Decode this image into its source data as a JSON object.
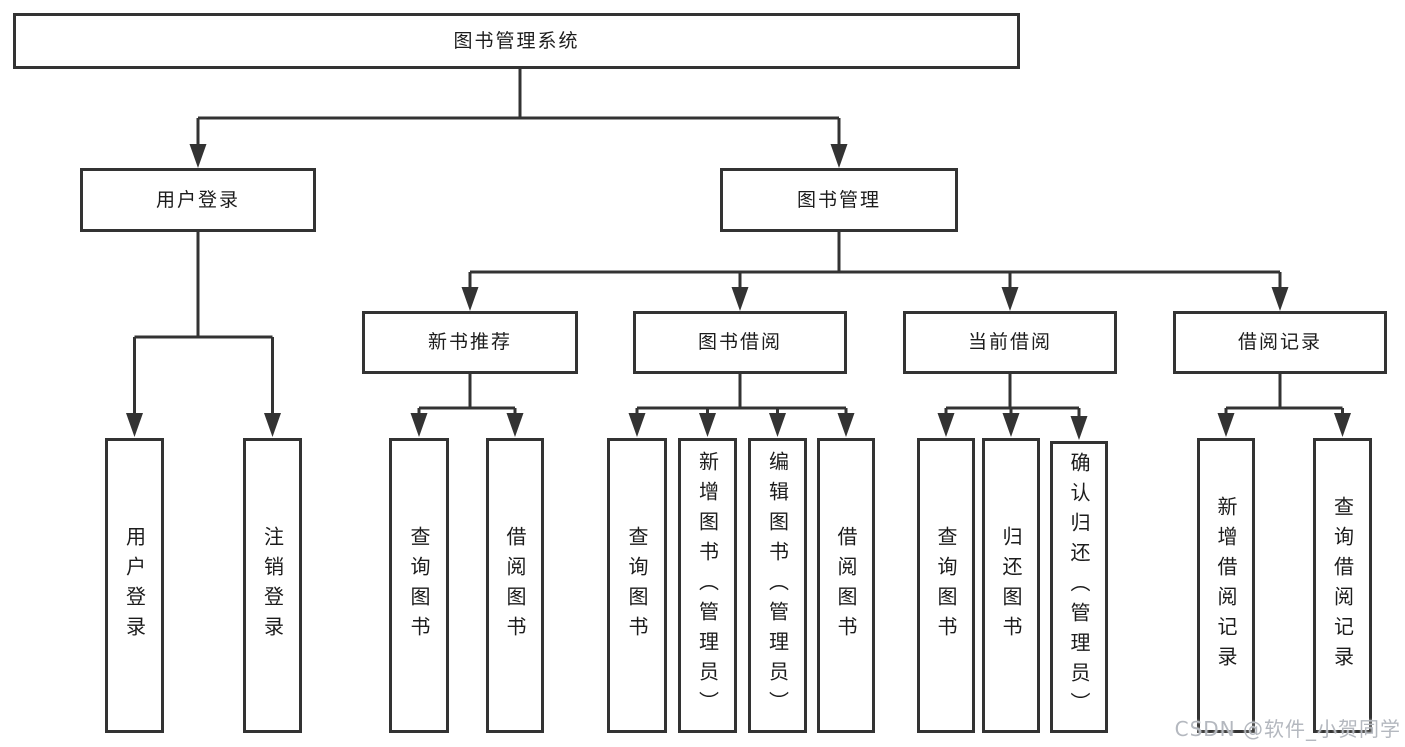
{
  "colors": {
    "line": "#333333",
    "text": "#1c1c1c",
    "watermark": "#b4b8bf"
  },
  "diagram": {
    "root_label": "图书管理系统",
    "level2": [
      {
        "label": "用户登录"
      },
      {
        "label": "图书管理"
      }
    ],
    "level3": [
      {
        "label": "新书推荐"
      },
      {
        "label": "图书借阅"
      },
      {
        "label": "当前借阅"
      },
      {
        "label": "借阅记录"
      }
    ],
    "leaves": {
      "user_login": [
        "用户登录",
        "注销登录"
      ],
      "new_book_rec": [
        "查询图书",
        "借阅图书"
      ],
      "book_borrow": [
        "查询图书",
        "新增图书（管理员）",
        "编辑图书（管理员）",
        "借阅图书"
      ],
      "current_borrow": [
        "查询图书",
        "归还图书",
        "确认归还（管理员）"
      ],
      "borrow_records": [
        "新增借阅记录",
        "查询借阅记录"
      ]
    },
    "watermark": "CSDN @软件_小贺同学"
  }
}
